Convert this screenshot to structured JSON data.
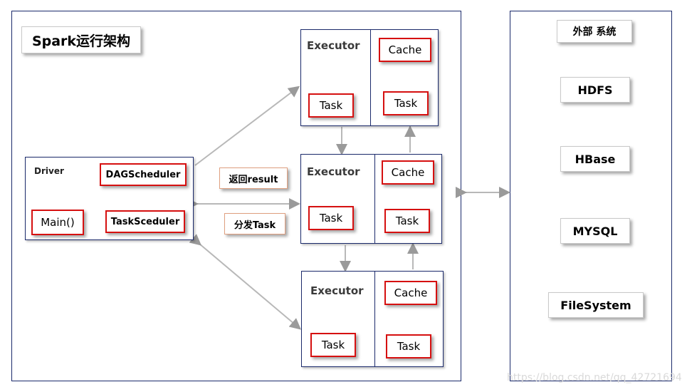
{
  "title": "Spark运行架构",
  "driver": {
    "label": "Driver",
    "dag_scheduler": "DAGScheduler",
    "task_scheduler": "TaskSceduler",
    "main": "Main()"
  },
  "edge_labels": {
    "return_result": "返回result",
    "dispatch_task": "分发Task"
  },
  "executors": [
    {
      "label": "Executor",
      "cache": "Cache",
      "task_left": "Task",
      "task_right": "Task"
    },
    {
      "label": "Executor",
      "cache": "Cache",
      "task_left": "Task",
      "task_right": "Task"
    },
    {
      "label": "Executor",
      "cache": "Cache",
      "task_left": "Task",
      "task_right": "Task"
    }
  ],
  "external": {
    "title": "外部 系统",
    "systems": [
      "HDFS",
      "HBase",
      "MYSQL",
      "FileSystem"
    ]
  },
  "watermark": "https://blog.csdn.net/qq_42721694"
}
